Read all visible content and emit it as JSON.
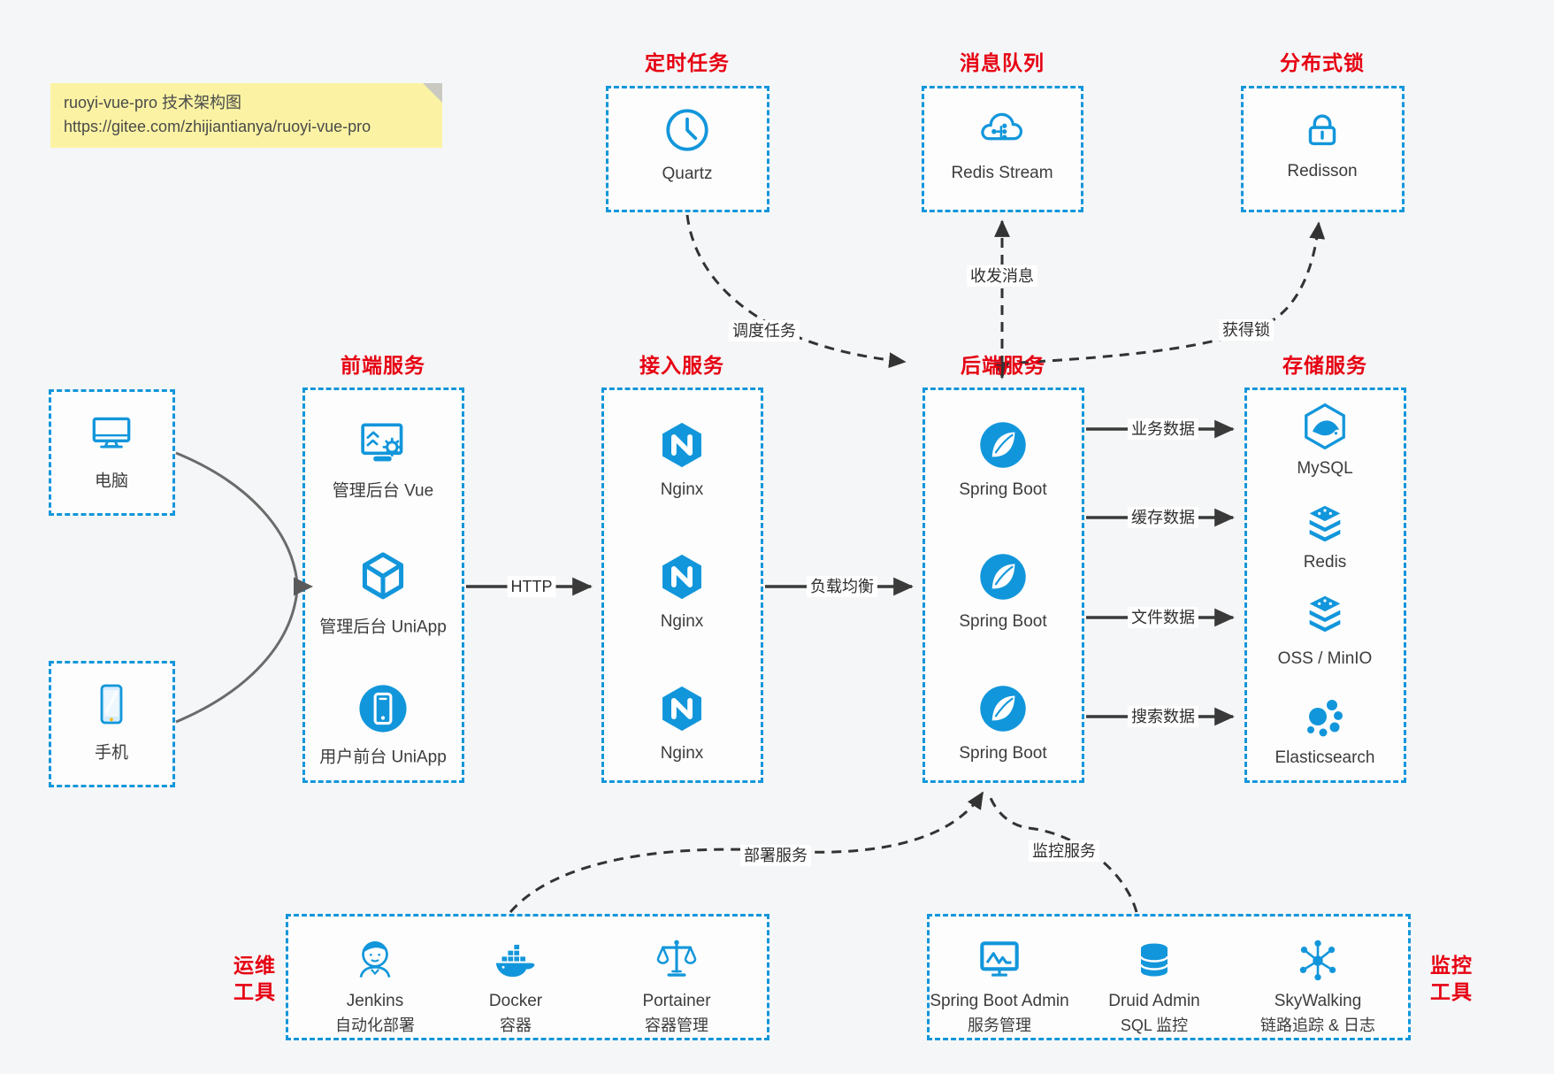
{
  "note": {
    "line1": "ruoyi-vue-pro 技术架构图",
    "line2": "https://gitee.com/zhijiantianya/ruoyi-vue-pro"
  },
  "groups": {
    "scheduled": {
      "title": "定时任务",
      "item": {
        "label": "Quartz",
        "icon": "clock-icon"
      }
    },
    "mq": {
      "title": "消息队列",
      "item": {
        "label": "Redis Stream",
        "icon": "cloud-stream-icon"
      }
    },
    "lock": {
      "title": "分布式锁",
      "item": {
        "label": "Redisson",
        "icon": "lock-icon"
      }
    },
    "clients": {
      "pc": {
        "label": "电脑",
        "icon": "desktop-icon"
      },
      "mobile": {
        "label": "手机",
        "icon": "smartphone-icon"
      }
    },
    "frontend": {
      "title": "前端服务",
      "items": [
        {
          "label": "管理后台 Vue",
          "icon": "admin-vue-icon"
        },
        {
          "label": "管理后台 UniApp",
          "icon": "uniapp-cube-icon"
        },
        {
          "label": "用户前台 UniApp",
          "icon": "user-app-icon"
        }
      ]
    },
    "gateway": {
      "title": "接入服务",
      "items": [
        {
          "label": "Nginx",
          "icon": "nginx-icon"
        },
        {
          "label": "Nginx",
          "icon": "nginx-icon"
        },
        {
          "label": "Nginx",
          "icon": "nginx-icon"
        }
      ]
    },
    "backend": {
      "title": "后端服务",
      "items": [
        {
          "label": "Spring Boot",
          "icon": "spring-boot-icon"
        },
        {
          "label": "Spring Boot",
          "icon": "spring-boot-icon"
        },
        {
          "label": "Spring Boot",
          "icon": "spring-boot-icon"
        }
      ]
    },
    "storage": {
      "title": "存储服务",
      "items": [
        {
          "label": "MySQL",
          "icon": "mysql-icon"
        },
        {
          "label": "Redis",
          "icon": "redis-stack-icon"
        },
        {
          "label": "OSS / MinIO",
          "icon": "oss-stack-icon"
        },
        {
          "label": "Elasticsearch",
          "icon": "elasticsearch-icon"
        }
      ]
    },
    "devops": {
      "title_lines": [
        "运维",
        "工具"
      ],
      "items": [
        {
          "label": "Jenkins",
          "sub": "自动化部署",
          "icon": "jenkins-icon"
        },
        {
          "label": "Docker",
          "sub": "容器",
          "icon": "docker-icon"
        },
        {
          "label": "Portainer",
          "sub": "容器管理",
          "icon": "portainer-icon"
        }
      ]
    },
    "monitoring": {
      "title_lines": [
        "监控",
        "工具"
      ],
      "items": [
        {
          "label": "Spring Boot Admin",
          "sub": "服务管理",
          "icon": "spring-boot-admin-icon"
        },
        {
          "label": "Druid Admin",
          "sub": "SQL 监控",
          "icon": "druid-icon"
        },
        {
          "label": "SkyWalking",
          "sub": "链路追踪 & 日志",
          "icon": "skywalking-icon"
        }
      ]
    }
  },
  "edges": {
    "http": "HTTP",
    "load_balance": "负载均衡",
    "business_data": "业务数据",
    "cache_data": "缓存数据",
    "file_data": "文件数据",
    "search_data": "搜索数据",
    "schedule_task": "调度任务",
    "send_receive_message": "收发消息",
    "acquire_lock": "获得锁",
    "deploy_service": "部署服务",
    "monitor_service": "监控服务"
  },
  "colors": {
    "accent_blue": "#1296db",
    "title_red": "#e60012",
    "note_bg": "#fbf3a3",
    "canvas_bg": "#f5f6f7",
    "connector_dark": "#3a3a3a"
  }
}
